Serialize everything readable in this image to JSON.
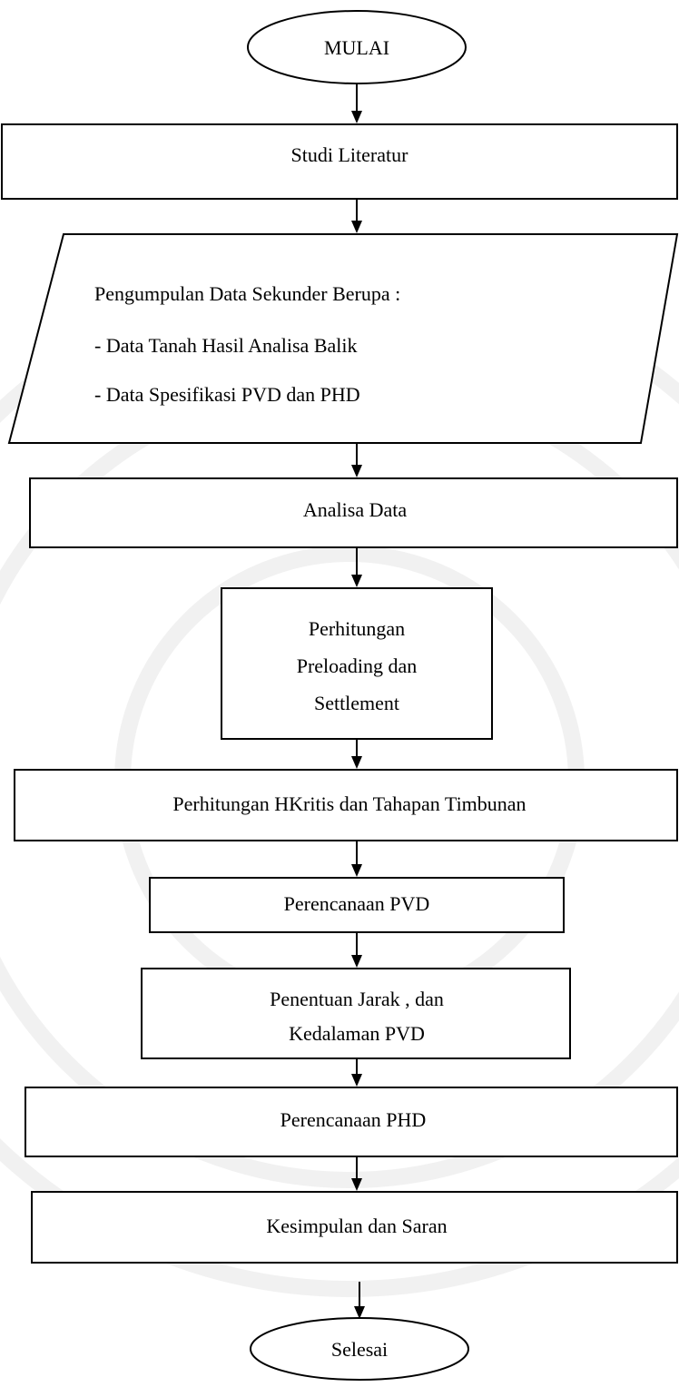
{
  "flowchart": {
    "start": "MULAI",
    "study": "Studi Literatur",
    "data_collection": {
      "title": "Pengumpulan Data Sekunder Berupa :",
      "item1": "- Data Tanah Hasil Analisa Balik",
      "item2": "- Data Spesifikasi PVD dan PHD"
    },
    "analysis": "Analisa Data",
    "preloading": {
      "line1": "Perhitungan",
      "line2": "Preloading dan",
      "line3": "Settlement"
    },
    "hkritis": "Perhitungan HKritis dan Tahapan Timbunan",
    "pvd_plan": "Perencanaan PVD",
    "spacing": {
      "line1": "Penentuan Jarak , dan",
      "line2": "Kedalaman PVD"
    },
    "phd_plan": "Perencanaan PHD",
    "conclusion": "Kesimpulan dan Saran",
    "end": "Selesai"
  }
}
